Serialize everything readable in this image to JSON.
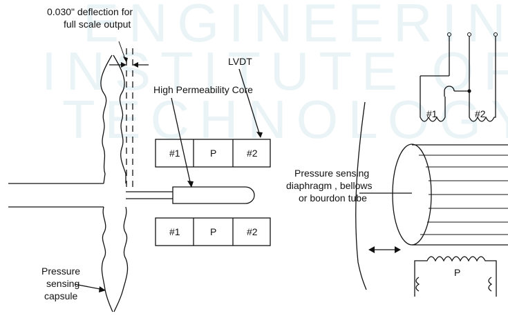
{
  "watermark": {
    "line1": "ENGINEERING",
    "line2": "INSTITUTE OF",
    "line3": "TECHNOLOGY"
  },
  "labels": {
    "deflection_line1": "0.030\" deflection for",
    "deflection_line2": "full scale output",
    "lvdt": "LVDT",
    "core": "High Permeability Core",
    "capsule_line1": "Pressure",
    "capsule_line2": "sensing",
    "capsule_line3": "capsule",
    "diaphragm_line1": "Pressure sensing",
    "diaphragm_line2": "diaphragm , bellows",
    "diaphragm_line3": "or bourdon tube"
  },
  "coils": {
    "top": [
      "#1",
      "P",
      "#2"
    ],
    "bottom": [
      "#1",
      "P",
      "#2"
    ]
  },
  "schematic": {
    "secondary1": "#1",
    "secondary2": "#2",
    "primary": "P"
  }
}
